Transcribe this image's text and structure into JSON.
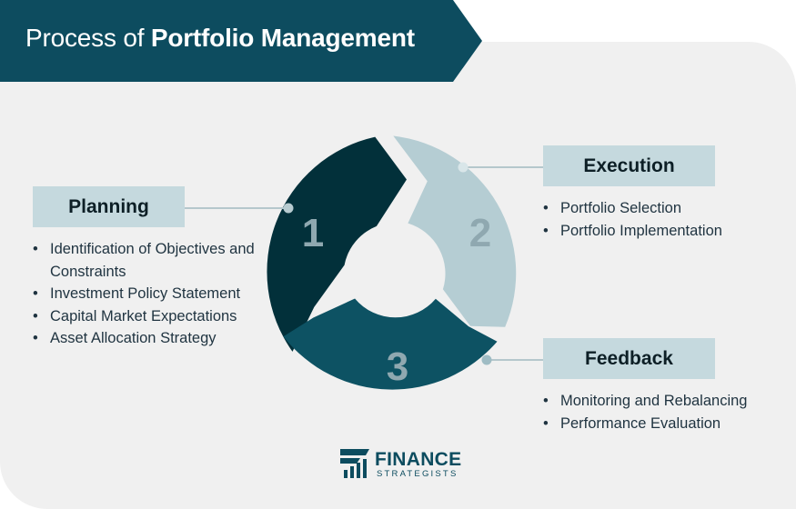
{
  "title": {
    "prefix": "Process of ",
    "emphasis": "Portfolio Management"
  },
  "cycle": {
    "segments": [
      {
        "number": "1",
        "color": "#02303a"
      },
      {
        "number": "2",
        "color": "#b5cdd3"
      },
      {
        "number": "3",
        "color": "#0d5263"
      }
    ],
    "number_color": "#8fa8b0"
  },
  "stages": {
    "planning": {
      "label": "Planning",
      "items": [
        "Identification of Objectives and Constraints",
        "Investment Policy Statement",
        "Capital Market Expectations",
        "Asset Allocation Strategy"
      ]
    },
    "execution": {
      "label": "Execution",
      "items": [
        "Portfolio Selection",
        "Portfolio Implementation"
      ]
    },
    "feedback": {
      "label": "Feedback",
      "items": [
        "Monitoring and Rebalancing",
        "Performance Evaluation"
      ]
    }
  },
  "logo": {
    "word": "FINANCE",
    "sub": "STRATEGISTS"
  },
  "colors": {
    "brand_dark": "#0d4c5f",
    "label_box": "#c5d9de",
    "panel_bg": "#f0f0f0"
  }
}
